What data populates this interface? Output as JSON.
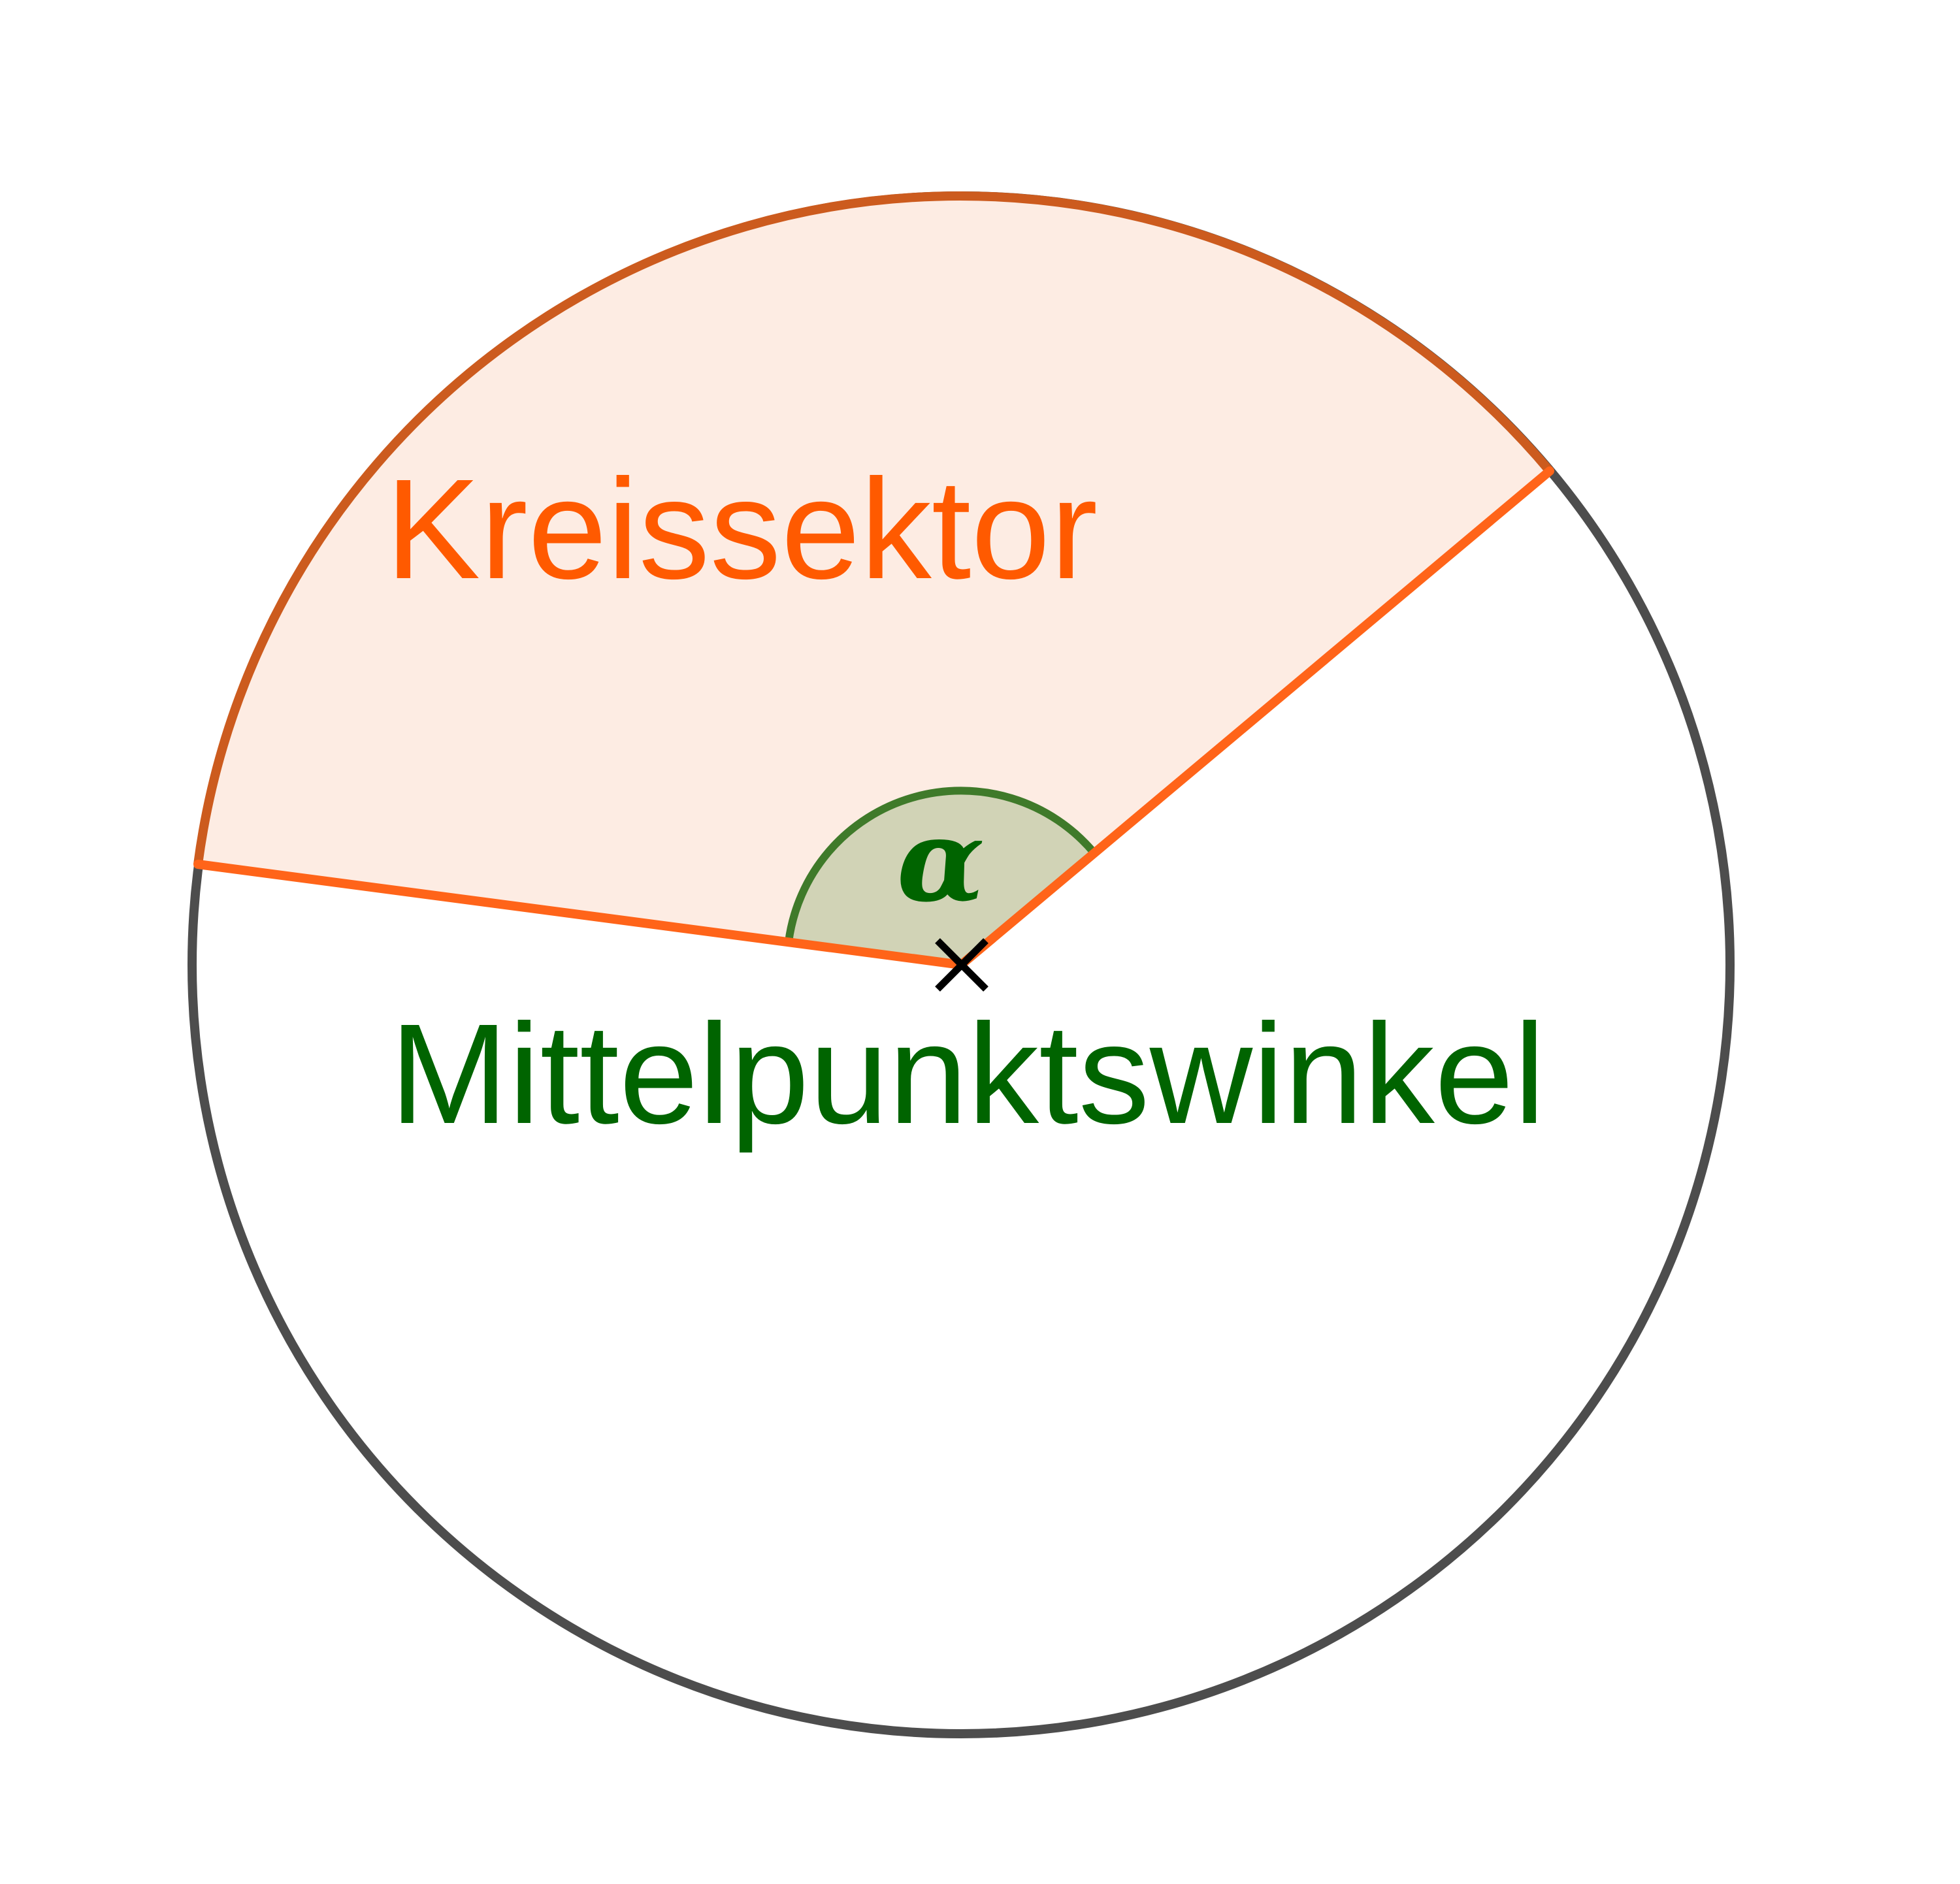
{
  "diagram": {
    "sector_label": "Kreissektor",
    "angle_symbol": "α",
    "center_angle_label": "Mittelpunktswinkel",
    "colors": {
      "circle": "#4d4d4d",
      "sector_fill": "#fdece3",
      "sector_edge": "#ff6419",
      "sector_arc": "#cc5b1e",
      "sector_text": "#ff5a00",
      "angle_fill": "#d1d3b6",
      "angle_stroke": "#3f7a2a",
      "angle_text": "#006400",
      "center_mark": "#000000"
    }
  }
}
